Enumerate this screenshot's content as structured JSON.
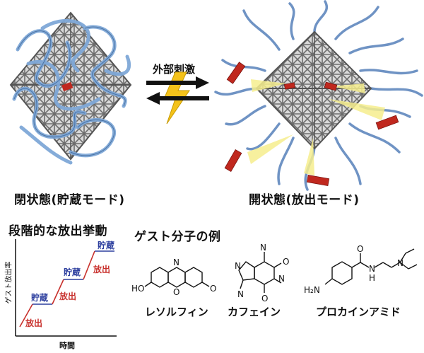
{
  "stimulus": {
    "label": "外部刺激"
  },
  "closed": {
    "caption": "閉状態(貯蔵モード)"
  },
  "open": {
    "caption": "開状態(放出モード)"
  },
  "stepwise": {
    "title": "段階的な放出挙動",
    "ylabel": "ゲスト放出率",
    "xlabel": "時間",
    "steps": [
      {
        "label": "放出",
        "color": "#c8302c"
      },
      {
        "label": "貯蔵",
        "color": "#2c3e9e"
      },
      {
        "label": "放出",
        "color": "#c8302c"
      },
      {
        "label": "貯蔵",
        "color": "#2c3e9e"
      },
      {
        "label": "放出",
        "color": "#c8302c"
      },
      {
        "label": "貯蔵",
        "color": "#2c3e9e"
      }
    ]
  },
  "guests": {
    "title": "ゲスト分子の例",
    "molecules": [
      {
        "name": "レソルフィン",
        "atoms": [
          "N",
          "O",
          "HO",
          "O"
        ]
      },
      {
        "name": "カフェイン",
        "atoms": [
          "N",
          "O",
          "N",
          "N",
          "N",
          "O"
        ]
      },
      {
        "name": "プロカインアミド",
        "atoms": [
          "O",
          "N",
          "N",
          "H",
          "H₂N"
        ]
      }
    ]
  },
  "colors": {
    "polymer": "#7fa8d8",
    "guest": "#c0281e",
    "cage": "#9a9a9a",
    "arrow": "#111111",
    "bolt": "#f4c21b"
  }
}
